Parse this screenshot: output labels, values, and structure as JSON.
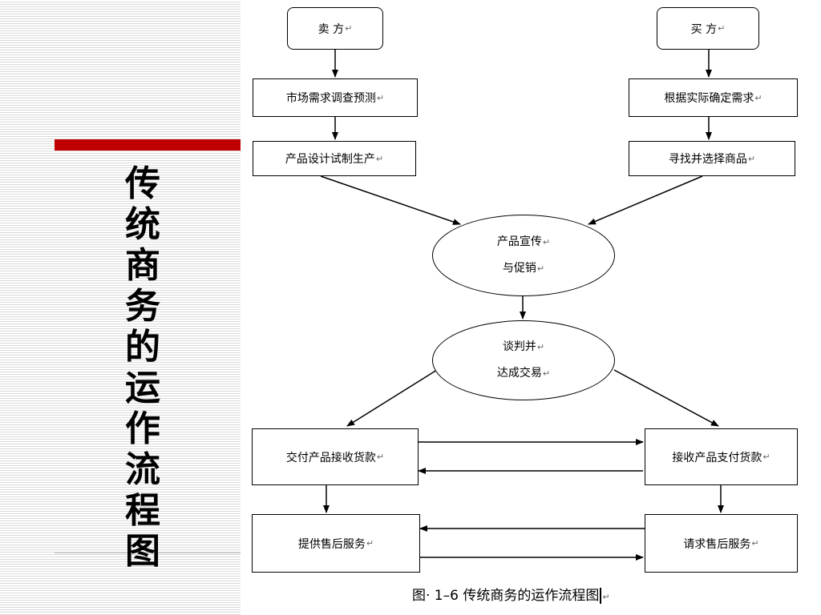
{
  "title": "传统商务的运作流程图",
  "diagram": {
    "seller": "卖 方",
    "buyer": "买 方",
    "market_research": "市场需求调查预测",
    "determine_demand": "根据实际确定需求",
    "product_design": "产品设计试制生产",
    "find_product": "寻找并选择商品",
    "promotion_line1": "产品宣传",
    "promotion_line2": "与促销",
    "negotiate_line1": "谈判并",
    "negotiate_line2": "达成交易",
    "deliver_receive_payment": "交付产品接收货款",
    "receive_pay": "接收产品支付货款",
    "after_sales_provide": "提供售后服务",
    "after_sales_request": "请求售后服务",
    "para_mark": "↵"
  },
  "caption": "图· 1–6 传统商务的运作流程图"
}
